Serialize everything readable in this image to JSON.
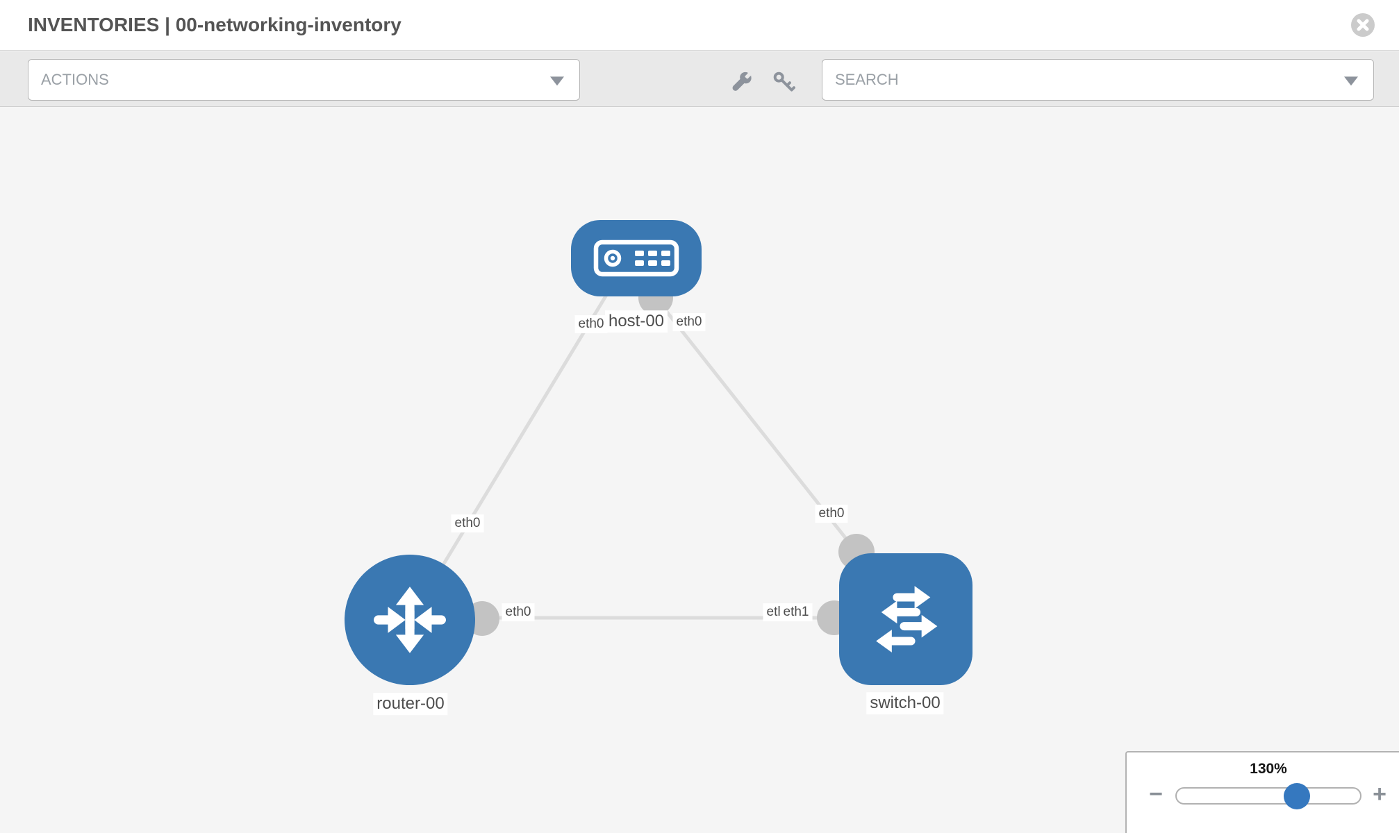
{
  "header": {
    "title": "INVENTORIES | 00-networking-inventory"
  },
  "toolbar": {
    "actions_label": "ACTIONS",
    "search_label": "SEARCH"
  },
  "canvas": {
    "nodes": {
      "host": {
        "label": "host-00",
        "type": "host"
      },
      "router": {
        "label": "router-00",
        "type": "router"
      },
      "switch": {
        "label": "switch-00",
        "type": "switch"
      }
    },
    "links": {
      "host_router": {
        "host_end_label": "eth0",
        "router_end_label": "eth0"
      },
      "host_switch": {
        "host_end_label": "eth0",
        "switch_end_label": "eth0"
      },
      "router_switch": {
        "router_end_label": "eth0",
        "switch_end_label_occluded": "eth0",
        "switch_end_label": "eth1"
      }
    }
  },
  "zoom_control": {
    "value": "130%",
    "zoom_out_glyph": "−",
    "zoom_in_glyph": "+"
  },
  "colors": {
    "node_blue": "#3a78b2",
    "slider_handle_blue": "#3578bf",
    "link_gray": "#dcdcdc",
    "port_gray": "#c3c3c3",
    "canvas_bg": "#f5f5f5",
    "toolbar_bg": "#e9e9e9"
  }
}
